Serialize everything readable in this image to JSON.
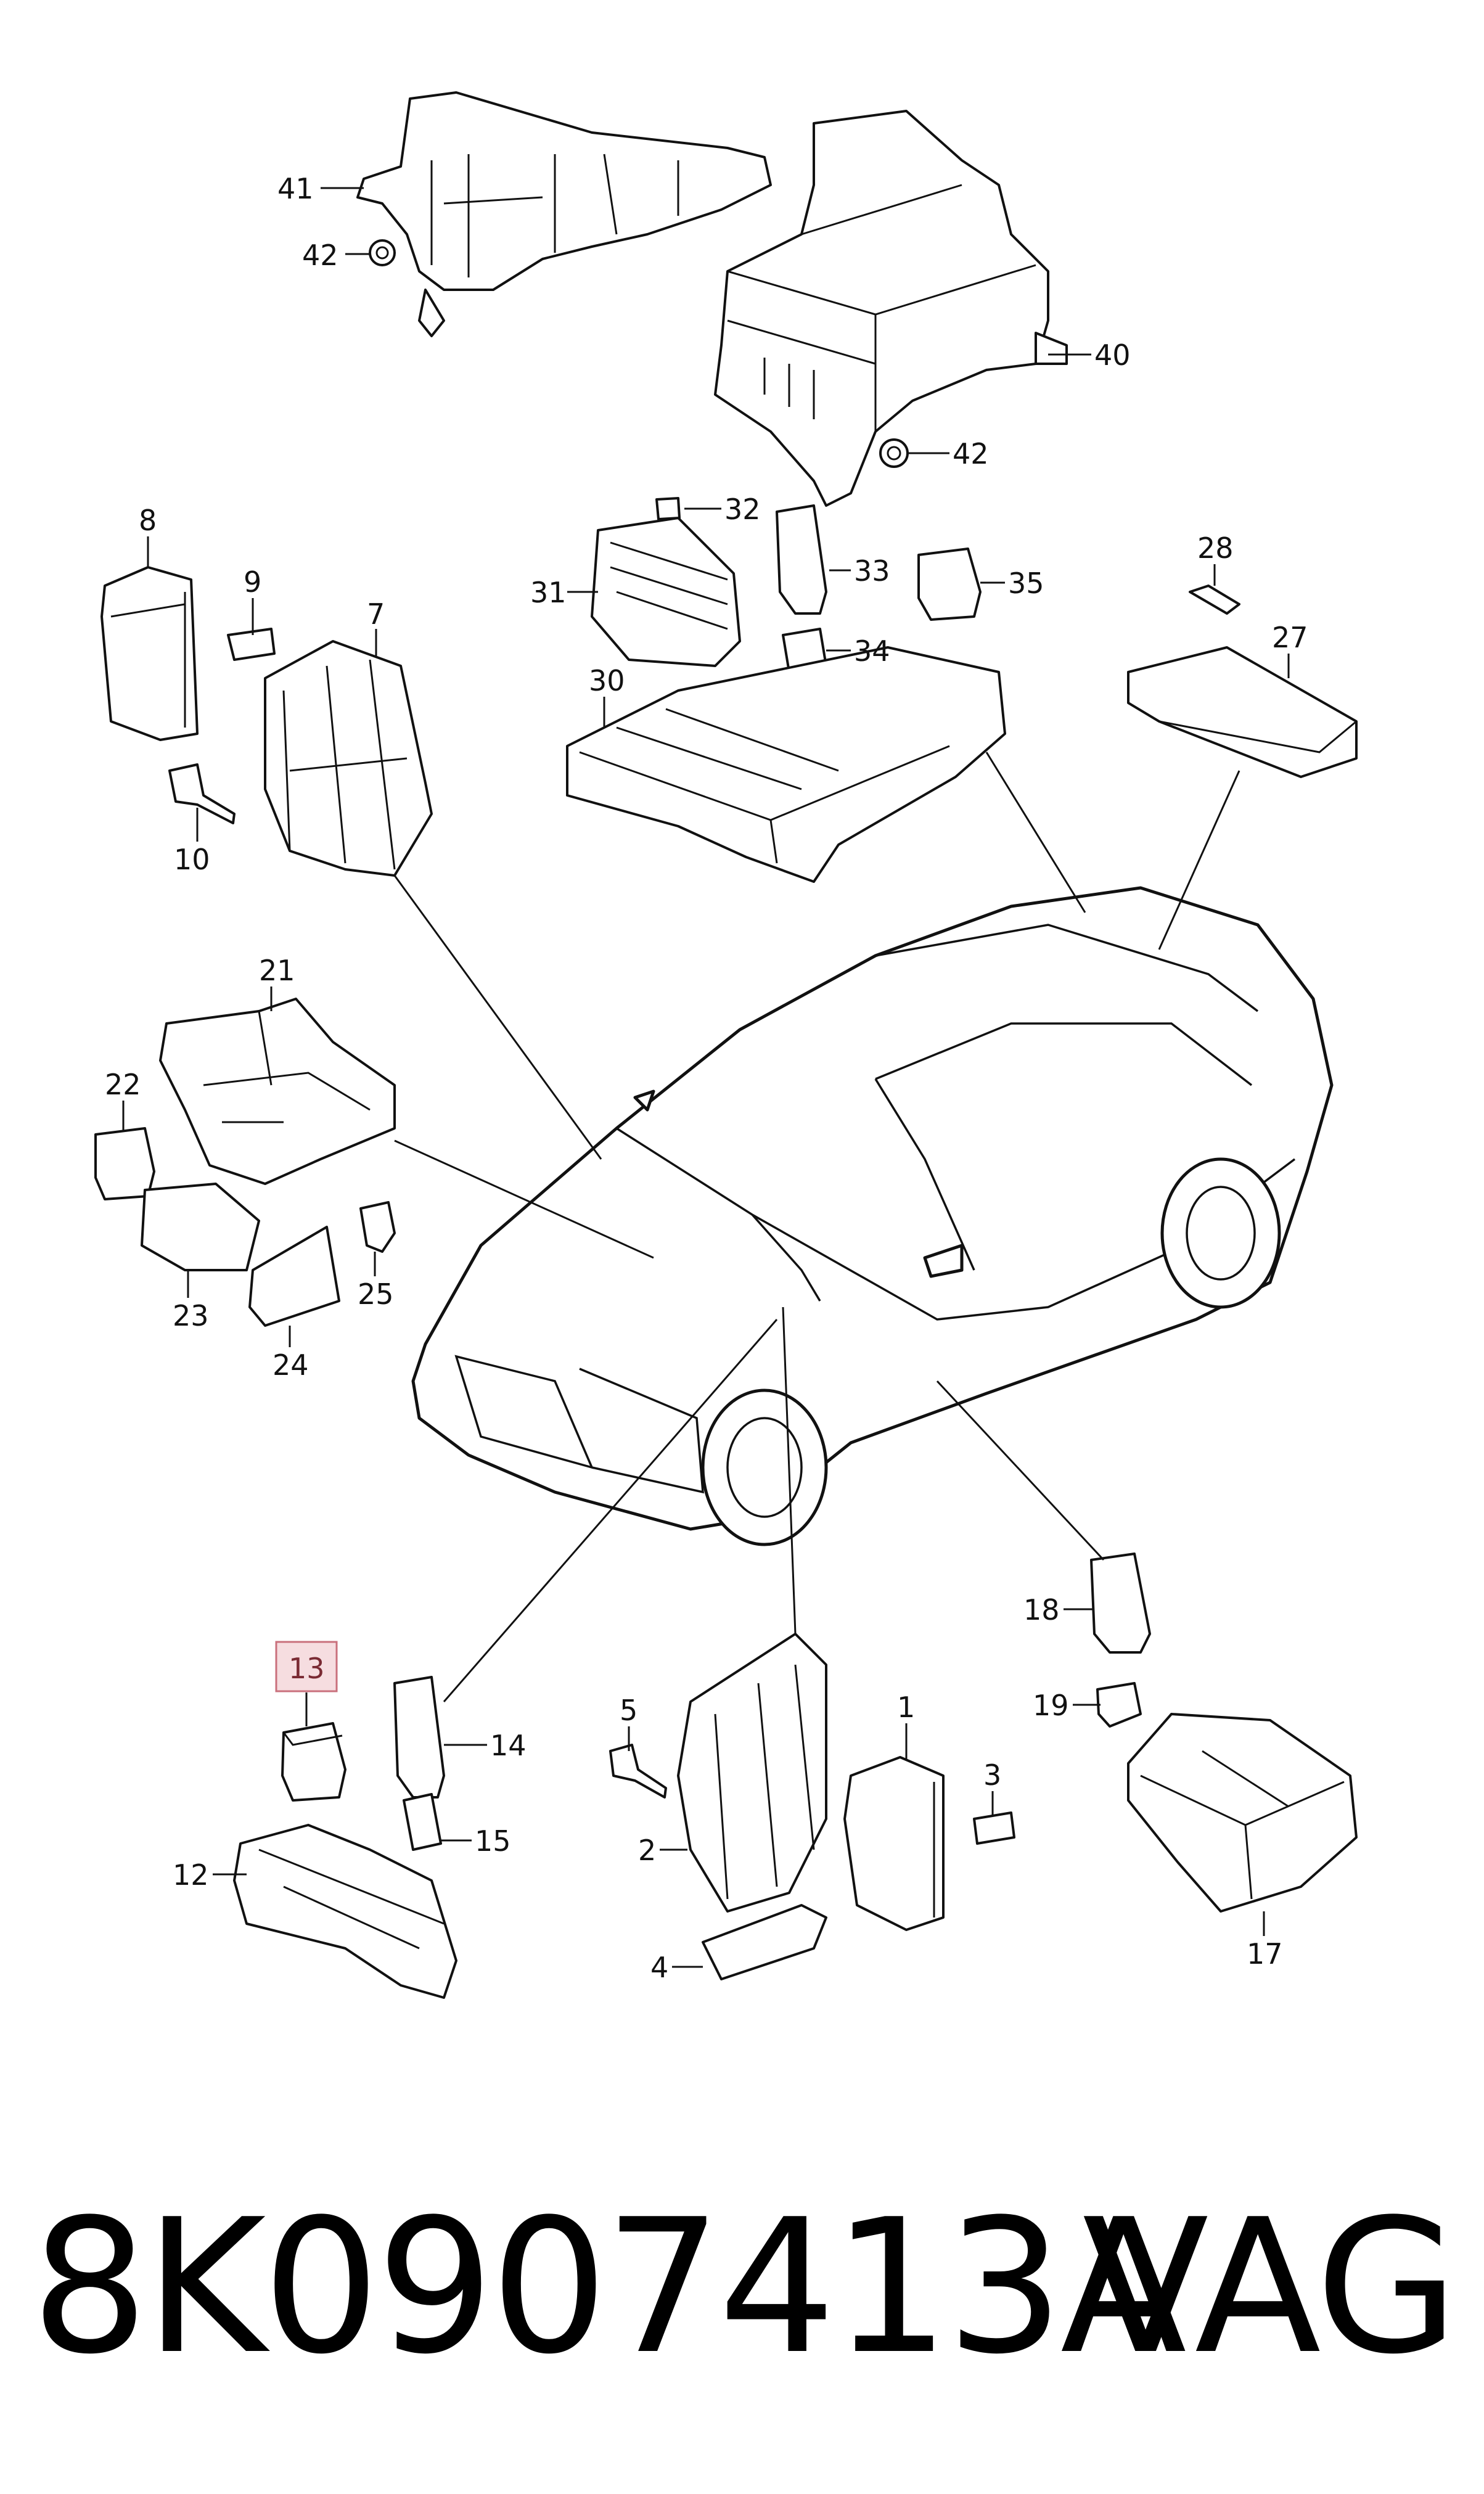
{
  "callouts": {
    "c1": "1",
    "c2": "2",
    "c3": "3",
    "c4": "4",
    "c5": "5",
    "c7": "7",
    "c8": "8",
    "c9": "9",
    "c10": "10",
    "c12": "12",
    "c13": "13",
    "c14": "14",
    "c15": "15",
    "c17": "17",
    "c18": "18",
    "c19": "19",
    "c21": "21",
    "c22": "22",
    "c23": "23",
    "c24": "24",
    "c25": "25",
    "c27": "27",
    "c28": "28",
    "c30": "30",
    "c31": "31",
    "c32": "32",
    "c33": "33",
    "c34": "34",
    "c35": "35",
    "c40": "40",
    "c41": "41",
    "c42a": "42",
    "c42b": "42"
  },
  "footer": {
    "part_number": "8K0907413A",
    "brand": "VAG"
  },
  "colors": {
    "highlight_fill": "#f6dde0",
    "highlight_stroke": "#c9707c"
  }
}
